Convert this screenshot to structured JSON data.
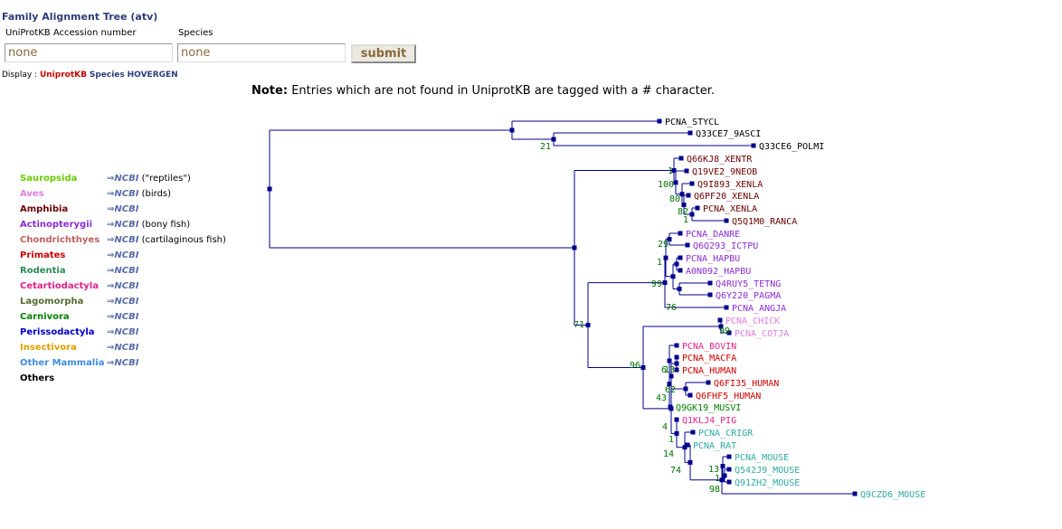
{
  "header": {
    "title": "Family Alignment Tree (atv)",
    "accession_label": "UniProtKB Accession number",
    "accession_value": "none",
    "species_label": "Species",
    "species_value": "none",
    "submit_label": "submit"
  },
  "display": {
    "prefix": "Display :",
    "uniprot": "UniprotKB",
    "species": "Species",
    "hovergen": "HOVERGEN"
  },
  "note": {
    "bold": "Note:",
    "text": "Entries which are not found in UniprotKB are tagged with a # character."
  },
  "legend": [
    {
      "taxon": "Sauropsida",
      "color": "#66cc00",
      "link": "⇒NCBI",
      "desc": "(\"reptiles\")"
    },
    {
      "taxon": "Aves",
      "color": "#e07ee0",
      "link": "⇒NCBI",
      "desc": "(birds)"
    },
    {
      "taxon": "Amphibia",
      "color": "#6b0000",
      "link": "⇒NCBI",
      "desc": ""
    },
    {
      "taxon": "Actinopterygii",
      "color": "#8a2bd2",
      "link": "⇒NCBI",
      "desc": "(bony fish)"
    },
    {
      "taxon": "Chondrichthyes",
      "color": "#c06060",
      "link": "⇒NCBI",
      "desc": "(cartilaginous fish)"
    },
    {
      "taxon": "Primates",
      "color": "#cc0000",
      "link": "⇒NCBI",
      "desc": ""
    },
    {
      "taxon": "Rodentia",
      "color": "#2e8b57",
      "link": "⇒NCBI",
      "desc": ""
    },
    {
      "taxon": "Cetartiodactyla",
      "color": "#e0218a",
      "link": "⇒NCBI",
      "desc": ""
    },
    {
      "taxon": "Lagomorpha",
      "color": "#556b2f",
      "link": "⇒NCBI",
      "desc": ""
    },
    {
      "taxon": "Carnivora",
      "color": "#008000",
      "link": "⇒NCBI",
      "desc": ""
    },
    {
      "taxon": "Perissodactyla",
      "color": "#0000cc",
      "link": "⇒NCBI",
      "desc": ""
    },
    {
      "taxon": "Insectivora",
      "color": "#e0a000",
      "link": "⇒NCBI",
      "desc": ""
    },
    {
      "taxon": "Other Mammalia",
      "color": "#3c8ce0",
      "link": "⇒NCBI",
      "desc": ""
    },
    {
      "taxon": "Others",
      "color": "#000000",
      "link": "",
      "desc": ""
    }
  ],
  "tree": {
    "line_color": "#00008b",
    "bootstrap_color": "#007000",
    "leaves": [
      {
        "name": "PCNA_STYCL",
        "color": "#000000"
      },
      {
        "name": "Q33CE7_9ASCI",
        "color": "#000000"
      },
      {
        "name": "Q33CE6_POLMI",
        "color": "#000000"
      },
      {
        "name": "Q66KJ8_XENTR",
        "color": "#6b0000"
      },
      {
        "name": "Q19VE2_9NEOB",
        "color": "#6b0000"
      },
      {
        "name": "Q9I893_XENLA",
        "color": "#6b0000"
      },
      {
        "name": "Q6PF20_XENLA",
        "color": "#6b0000"
      },
      {
        "name": "PCNA_XENLA",
        "color": "#6b0000"
      },
      {
        "name": "Q5Q1M0_RANCA",
        "color": "#6b0000"
      },
      {
        "name": "PCNA_DANRE",
        "color": "#8a2bd2"
      },
      {
        "name": "Q6Q293_ICTPU",
        "color": "#8a2bd2"
      },
      {
        "name": "PCNA_HAPBU",
        "color": "#8a2bd2"
      },
      {
        "name": "A0N092_HAPBU",
        "color": "#8a2bd2"
      },
      {
        "name": "Q4RUY5_TETNG",
        "color": "#8a2bd2"
      },
      {
        "name": "Q6Y220_PAGMA",
        "color": "#8a2bd2"
      },
      {
        "name": "PCNA_ANGJA",
        "color": "#8a2bd2"
      },
      {
        "name": "PCNA_CHICK",
        "color": "#e07ee0"
      },
      {
        "name": "PCNA_COTJA",
        "color": "#e07ee0"
      },
      {
        "name": "PCNA_BOVIN",
        "color": "#e0218a"
      },
      {
        "name": "PCNA_MACFA",
        "color": "#cc0000"
      },
      {
        "name": "PCNA_HUMAN",
        "color": "#cc0000"
      },
      {
        "name": "Q6FI35_HUMAN",
        "color": "#cc0000"
      },
      {
        "name": "Q6FHF5_HUMAN",
        "color": "#cc0000"
      },
      {
        "name": "Q9GK19_MUSVI",
        "color": "#008000"
      },
      {
        "name": "Q1KLJ4_PIG",
        "color": "#e0218a"
      },
      {
        "name": "PCNA_CRIGR",
        "color": "#2eaaa0"
      },
      {
        "name": "PCNA_RAT",
        "color": "#2eaaa0"
      },
      {
        "name": "PCNA_MOUSE",
        "color": "#2eaaa0"
      },
      {
        "name": "Q542J9_MOUSE",
        "color": "#2eaaa0"
      },
      {
        "name": "Q91ZH2_MOUSE",
        "color": "#2eaaa0"
      },
      {
        "name": "Q9CZD6_MOUSE",
        "color": "#2eaaa0"
      }
    ],
    "bootstraps": [
      "21",
      "1",
      "100",
      "80",
      "82",
      "1",
      "29",
      "1",
      "99",
      "76",
      "99",
      "71",
      "96",
      "6",
      "13",
      "62",
      "43",
      "4",
      "1",
      "14",
      "74",
      "13",
      "1",
      "98"
    ]
  }
}
